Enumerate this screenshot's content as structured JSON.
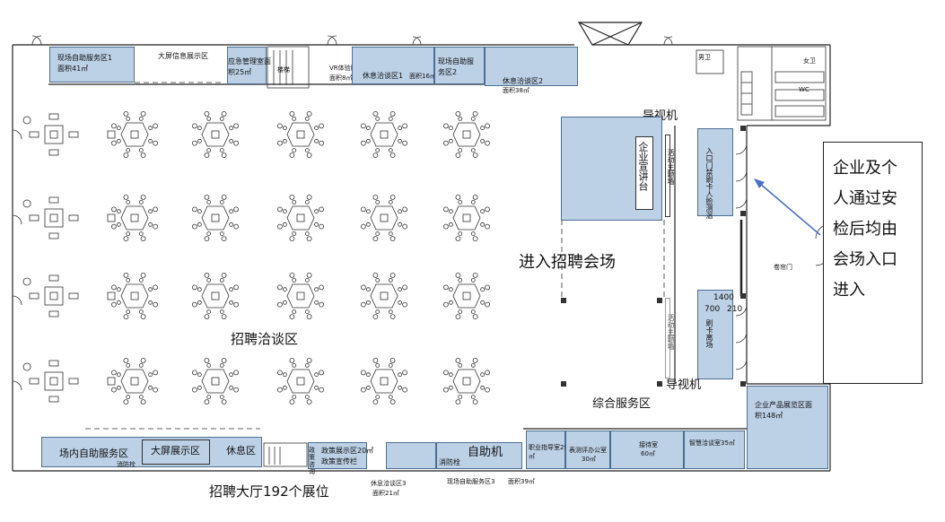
{
  "zones": {
    "self_service_1": {
      "label": "现场自助服务区1",
      "area": "面积41㎡"
    },
    "big_screen_info": {
      "label": "大屏信息展示区"
    },
    "emergency_mgmt": {
      "label": "应急管理室面",
      "area": "积25㎡"
    },
    "vr_area": {
      "label": "VR体验区",
      "area": "面积8㎡"
    },
    "rest_1": {
      "label": "休息洽谈区1",
      "area": "面积16㎡"
    },
    "self_service_2": {
      "label": "现场自助服",
      "label2": "务区2"
    },
    "rest_2": {
      "label": "休息洽谈区2",
      "area": "面积38㎡"
    },
    "guide_top": {
      "label": "导视机"
    },
    "enterprise_stage": {
      "label": "企业宣讲台"
    },
    "activity_wall_top": {
      "label": "活动主题墙"
    },
    "entrance_checks": {
      "label": "入口门禁刷卡人脸测温"
    },
    "enter_venue": {
      "label": "进入招聘会场"
    },
    "numbers": {
      "n1400": "1400",
      "n700": "700",
      "n210": "210"
    },
    "card_exit": {
      "label": "刷卡离场"
    },
    "activity_wall_bottom": {
      "label": "活动主题墙"
    },
    "guide_bottom": {
      "label": "导视机"
    },
    "service_area": {
      "label": "综合服务区"
    },
    "door_tag": {
      "label": "卷帘门"
    },
    "negotiation_area": {
      "label": "招聘洽谈区"
    },
    "product_display": {
      "label": "企业产品展览区面",
      "area": "积148㎡"
    },
    "inner_self_service": {
      "label": "场内自助服务区"
    },
    "fire_box_1": {
      "label": "消防栓"
    },
    "big_screen_display": {
      "label": "大屏展示区"
    },
    "rest_area": {
      "label": "休息区"
    },
    "policy_consult": {
      "label": "政策咨询"
    },
    "policy_display": {
      "label": "政策展示区20㎡"
    },
    "policy_board": {
      "label": "政策宣传栏"
    },
    "rest_3": {
      "label": "休息洽谈区3",
      "area": "面积21㎡"
    },
    "fire_box_2": {
      "label": "消防栓"
    },
    "self_machine": {
      "label": "自助机"
    },
    "self_service_3": {
      "label": "现场自助服务区3",
      "area": "面积39㎡"
    },
    "career_guide": {
      "label": "职业指导室29",
      "area": "㎡"
    },
    "recruit_office": {
      "label": "表测评办公室",
      "area": "30㎡"
    },
    "reception": {
      "label": "接待室",
      "area": "60㎡"
    },
    "consult_room": {
      "label": "智慧洽谈室35㎡"
    },
    "hall_total": {
      "label": "招聘大厅192个展位"
    },
    "wc": {
      "label": "WC"
    },
    "restroom_a": {
      "label": "男卫"
    },
    "restroom_b": {
      "label": "女卫"
    },
    "stair_tag": {
      "label": "楼梯"
    }
  },
  "callout": {
    "text": "企业及个\n人通过安\n检后均由\n会场入口\n进入"
  },
  "colors": {
    "zone_fill": "#bcd0e6",
    "zone_border": "#4d6f93",
    "arrow": "#4a72c4",
    "line": "#222222"
  }
}
